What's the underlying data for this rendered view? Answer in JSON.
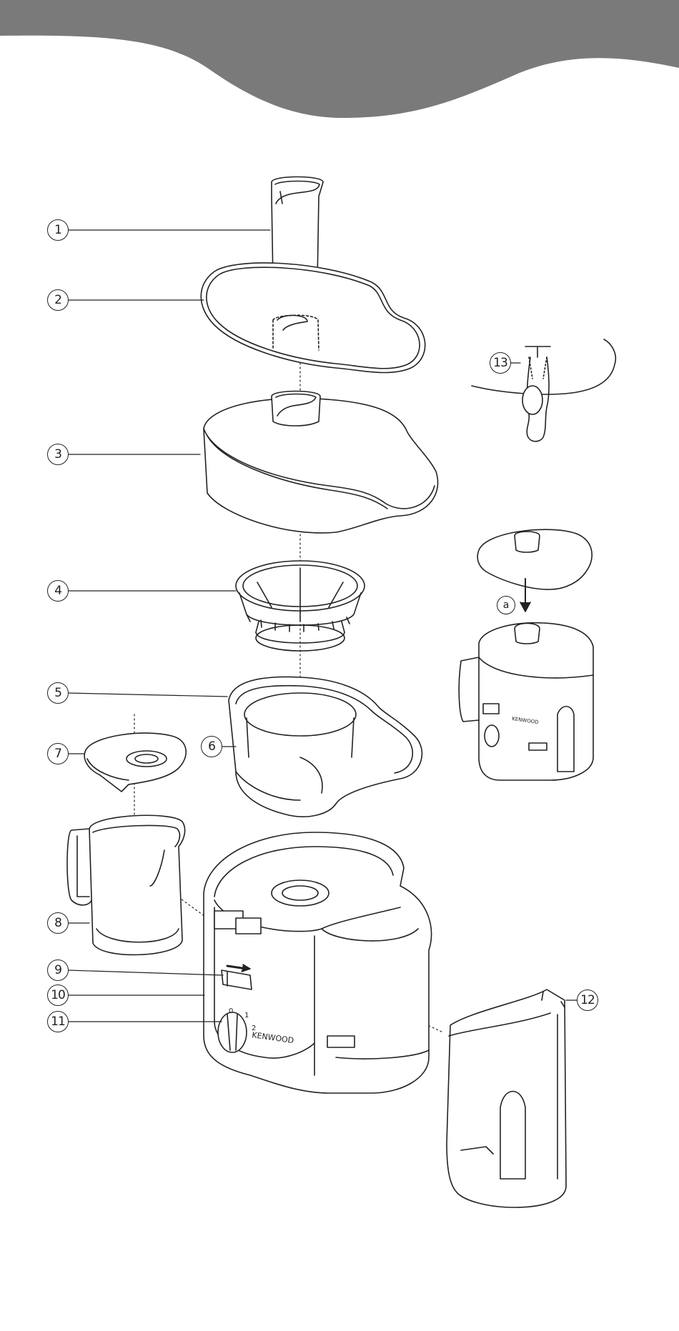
{
  "callouts": [
    {
      "id": "c1",
      "label": "1"
    },
    {
      "id": "c2",
      "label": "2"
    },
    {
      "id": "c3",
      "label": "3"
    },
    {
      "id": "c4",
      "label": "4"
    },
    {
      "id": "c5",
      "label": "5"
    },
    {
      "id": "c6",
      "label": "6"
    },
    {
      "id": "c7",
      "label": "7"
    },
    {
      "id": "c8",
      "label": "8"
    },
    {
      "id": "c9",
      "label": "9"
    },
    {
      "id": "c10",
      "label": "10"
    },
    {
      "id": "c11",
      "label": "11"
    },
    {
      "id": "c12",
      "label": "12"
    },
    {
      "id": "c13",
      "label": "13"
    }
  ],
  "inset_label": "a",
  "brand": "KENWOOD",
  "inset_brand": "KENWOOD",
  "dial": {
    "positions": [
      "0",
      "1",
      "2"
    ]
  },
  "colors": {
    "header_band": "#7a7a7a",
    "line": "#222222"
  }
}
